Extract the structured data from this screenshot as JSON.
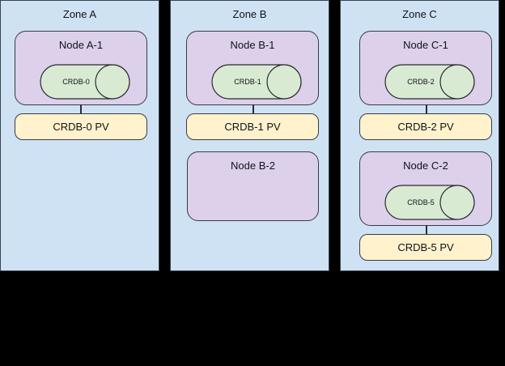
{
  "diagram": {
    "background_color": "#000000",
    "zone_fill": "#cfe2f3",
    "node_fill": "#ddd0ea",
    "db_fill": "#d9ead3",
    "pv_fill": "#fff2cc",
    "stroke_color": "#3a3a46"
  },
  "zones": [
    {
      "title": "Zone A",
      "nodes": [
        {
          "title": "Node A-1",
          "database": {
            "label": "CRDB-0",
            "icon": "database-cylinder-icon"
          },
          "pv": {
            "label": "CRDB-0 PV"
          }
        }
      ]
    },
    {
      "title": "Zone B",
      "nodes": [
        {
          "title": "Node B-1",
          "database": {
            "label": "CRDB-1",
            "icon": "database-cylinder-icon"
          },
          "pv": {
            "label": "CRDB-1 PV"
          }
        },
        {
          "title": "Node B-2",
          "database": null,
          "pv": null
        }
      ]
    },
    {
      "title": "Zone C",
      "nodes": [
        {
          "title": "Node C-1",
          "database": {
            "label": "CRDB-2",
            "icon": "database-cylinder-icon"
          },
          "pv": {
            "label": "CRDB-2 PV"
          }
        },
        {
          "title": "Node C-2",
          "database": {
            "label": "CRDB-5",
            "icon": "database-cylinder-icon"
          },
          "pv": {
            "label": "CRDB-5 PV"
          }
        }
      ]
    }
  ]
}
